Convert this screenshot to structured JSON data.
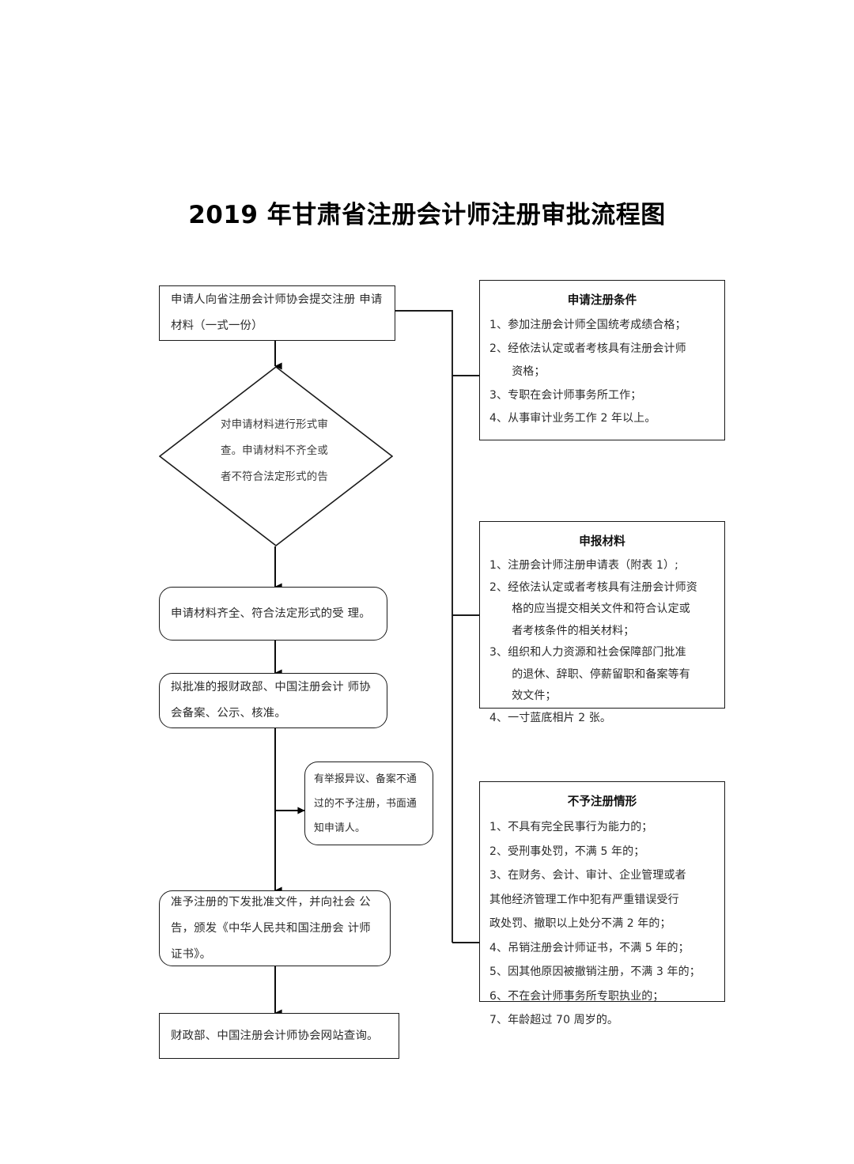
{
  "title": "2019 年甘肃省注册会计师注册审批流程图",
  "flow": {
    "submit": {
      "label": "申请人向省注册会计师协会提交注册\n申请材料（一式一份）"
    },
    "review": {
      "label": "对申请材料进行形式审查。申请材料不齐全或者不符合法定形式的告知申请"
    },
    "accept": {
      "label": "申请材料齐全、符合法定形式的受\n理。"
    },
    "approve": {
      "label": "拟批准的报财政部、中国注册会计\n师协会备案、公示、核准。"
    },
    "reject": {
      "label": "有举报异议、备案不通\n过的不予注册，书面通\n知申请人。"
    },
    "grant": {
      "label": "准予注册的下发批准文件，并向社会\n公告，颁发《中华人民共和国注册会\n计师证书》。"
    },
    "query": {
      "label": "财政部、中国注册会计师协会网站查询。"
    }
  },
  "panels": {
    "conditions": {
      "title": "申请注册条件",
      "items": [
        "1、参加注册会计师全国统考成绩合格；",
        "2、经依法认定或者考核具有注册会计师\n　　资格；",
        "3、专职在会计师事务所工作；",
        "4、从事审计业务工作 2 年以上。"
      ]
    },
    "materials": {
      "title": "申报材料",
      "items": [
        "1、注册会计师注册申请表（附表 1）;",
        "2、经依法认定或者考核具有注册会计师资\n　　格的应当提交相关文件和符合认定或\n　　者考核条件的相关材料；",
        "3、组织和人力资源和社会保障部门批准\n　　的退休、辞职、停薪留职和备案等有\n　　效文件；",
        "4、一寸蓝底相片 2 张。"
      ]
    },
    "refusal": {
      "title": "不予注册情形",
      "items": [
        "1、不具有完全民事行为能力的；",
        "2、受刑事处罚，不满 5 年的；",
        "3、在财务、会计、审计、企业管理或者\n其他经济管理工作中犯有严重错误受行\n政处罚、撤职以上处分不满 2 年的；",
        "4、吊销注册会计师证书，不满 5 年的；",
        "5、因其他原因被撤销注册，不满 3 年的；",
        "6、不在会计师事务所专职执业的；",
        "7、年龄超过 70 周岁的。"
      ]
    }
  },
  "colors": {
    "stroke": "#1a1a1a",
    "text": "#2b2b2b",
    "background": "#ffffff"
  }
}
